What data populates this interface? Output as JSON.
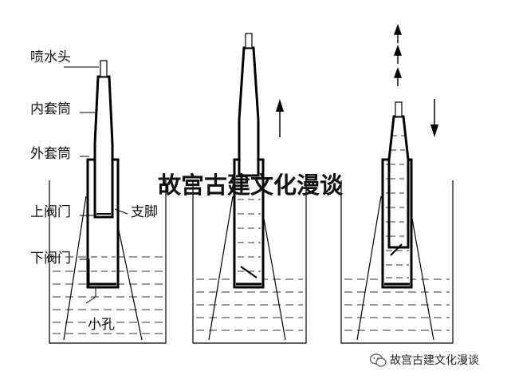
{
  "labels": {
    "nozzle": "喷水头",
    "inner_tube": "内套筒",
    "outer_tube": "外套筒",
    "upper_valve": "上阀门",
    "support_legs": "支脚",
    "lower_valve": "下阀门",
    "small_hole": "小孔"
  },
  "watermark": "故宫古建文化漫谈",
  "credit": {
    "text": "故宫古建文化漫谈",
    "icon": "wechat-icon"
  },
  "colors": {
    "line": "#000000",
    "water_dash": "#333333",
    "background": "#ffffff"
  },
  "panels": [
    {
      "state": "rest"
    },
    {
      "state": "up",
      "arrow": "up-arrow"
    },
    {
      "state": "down",
      "arrow": "down-arrow",
      "jet": "water-jet-arrows"
    }
  ]
}
